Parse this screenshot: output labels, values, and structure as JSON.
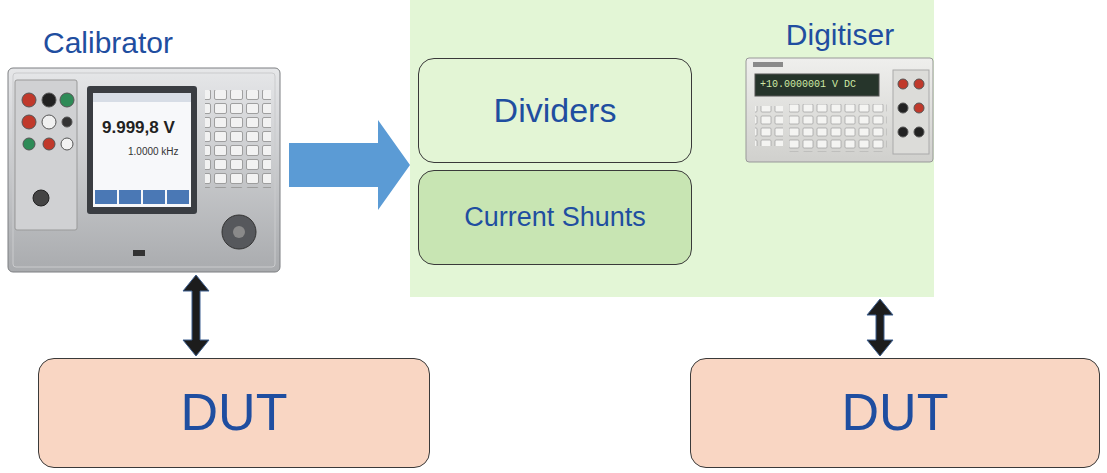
{
  "diagram": {
    "nodes": [
      {
        "text": [
          "Calibrator"
        ]
      },
      {
        "text": []
      },
      {
        "text": [
          "Dividers"
        ],
        "in": 1
      },
      {
        "text": [
          "Current Shunts"
        ],
        "in": 1
      },
      {
        "text": [
          "Digitiser"
        ],
        "in": 1
      },
      {
        "text": [
          "DUT"
        ]
      },
      {
        "text": [
          "DUT"
        ]
      }
    ],
    "edges": [
      {
        "from": 0,
        "to": 1,
        "arrow": "to"
      },
      {
        "from": 0,
        "to": 5,
        "arrow": "both"
      },
      {
        "from": 4,
        "to": 6,
        "arrow": "both"
      }
    ],
    "labels": [
      "9.999,8 V",
      "1.0000 kHz",
      "+10.0000001 V DC"
    ]
  }
}
